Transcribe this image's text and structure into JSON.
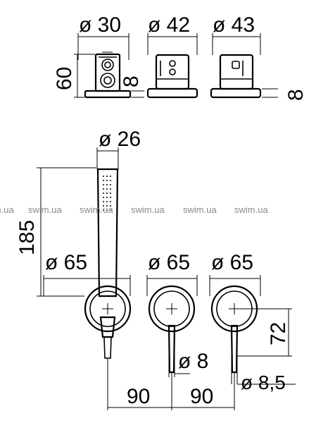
{
  "drawing": {
    "top_dims": {
      "d30": "ø 30",
      "d42": "ø 42",
      "d43": "ø 43",
      "h60": "60",
      "h8_left": "8",
      "h8_right": "8"
    },
    "shower": {
      "d26": "ø 26",
      "h185": "185"
    },
    "bottom_dims": {
      "d65_a": "ø 65",
      "d65_b": "ø 65",
      "d65_c": "ø 65",
      "h72": "72",
      "d8": "ø 8",
      "d85": "ø 8,5",
      "w90_a": "90",
      "w90_b": "90"
    },
    "watermarks": [
      "swim.ua",
      "swim.ua",
      "swim.ua",
      "swim.ua",
      "swim.ua",
      "swim.ua"
    ]
  }
}
